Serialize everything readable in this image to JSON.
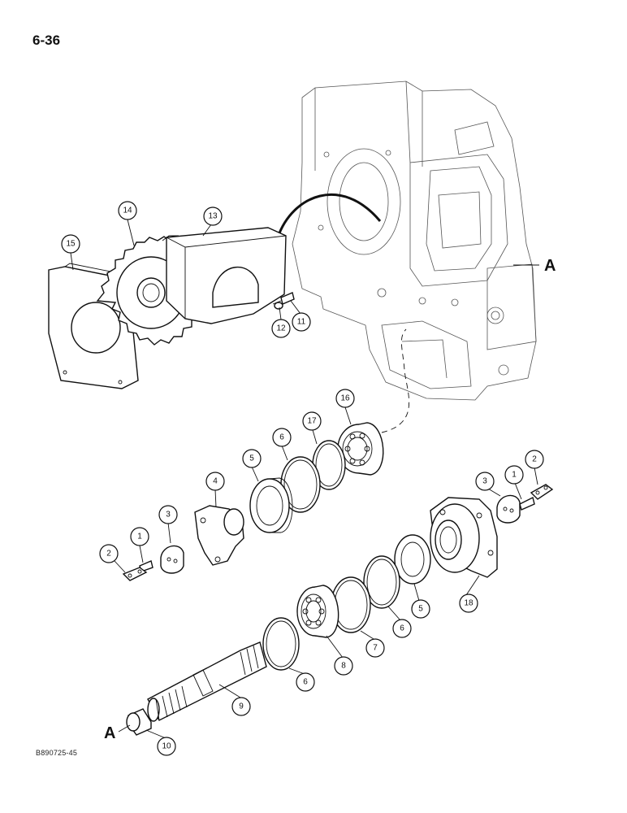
{
  "page": {
    "number": "6-36",
    "drawing_code": "B890725-45"
  },
  "reference_marker": "A",
  "callouts": [
    "1",
    "2",
    "3",
    "4",
    "5",
    "6",
    "7",
    "8",
    "9",
    "10",
    "11",
    "12",
    "13",
    "14",
    "15",
    "16",
    "17",
    "18"
  ]
}
